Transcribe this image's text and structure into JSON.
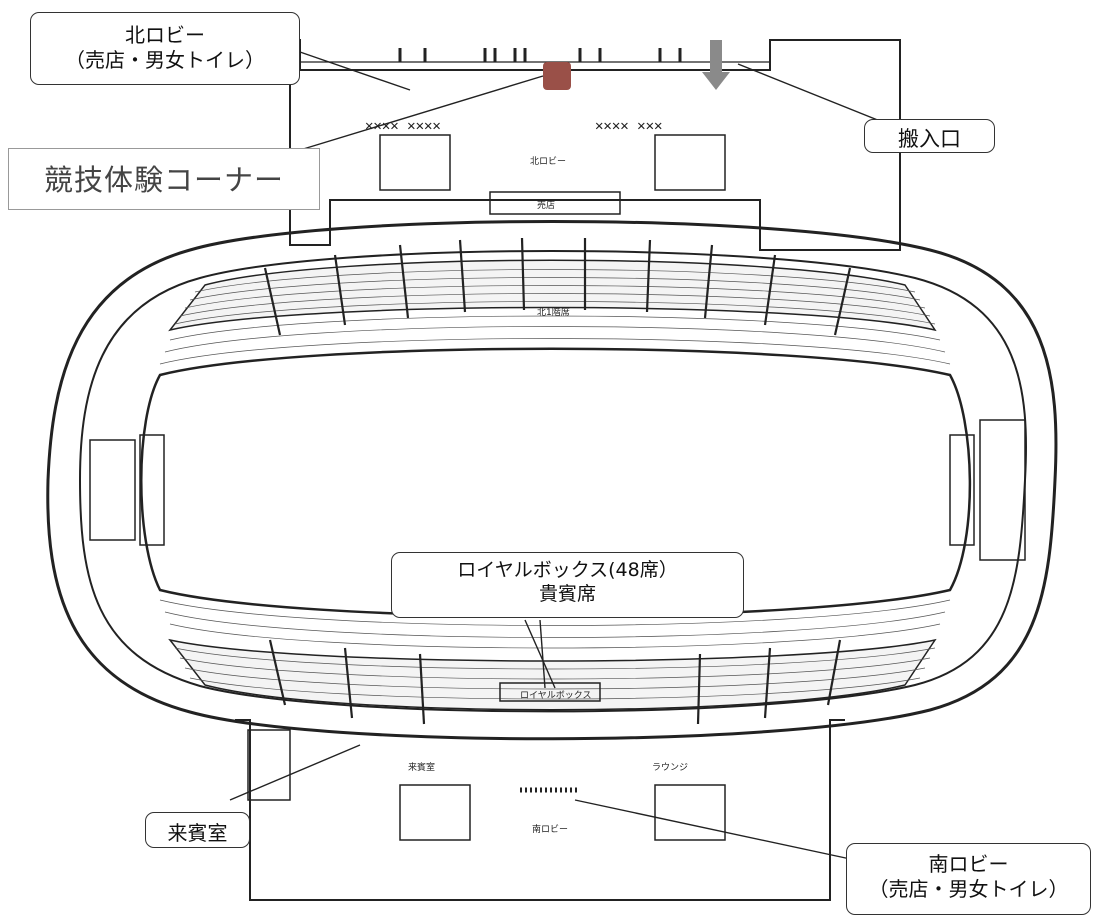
{
  "map": {
    "callouts": {
      "north_lobby": {
        "title": "北ロビー",
        "sub": "（売店・男女トイレ）"
      },
      "loading_entrance": "搬入口",
      "sports_corner": "競技体験コーナー",
      "royal_box": {
        "title": "ロイヤルボックス(48席）",
        "sub": "貴賓席"
      },
      "guest_room": "来賓室",
      "south_lobby": {
        "title": "南ロビー",
        "sub": "（売店・男女トイレ）"
      }
    },
    "plan_labels": {
      "north_lobby": "北ロビー",
      "north_stand": "北1階席",
      "shop": "売店",
      "guest_room": "来賓室",
      "lounge": "ラウンジ",
      "south_lobby": "南ロビー",
      "royal_box": "ロイヤルボックス"
    },
    "colors": {
      "corner_marker": "#9a5048",
      "arrow": "#8a8a8a",
      "line": "#222222"
    }
  }
}
